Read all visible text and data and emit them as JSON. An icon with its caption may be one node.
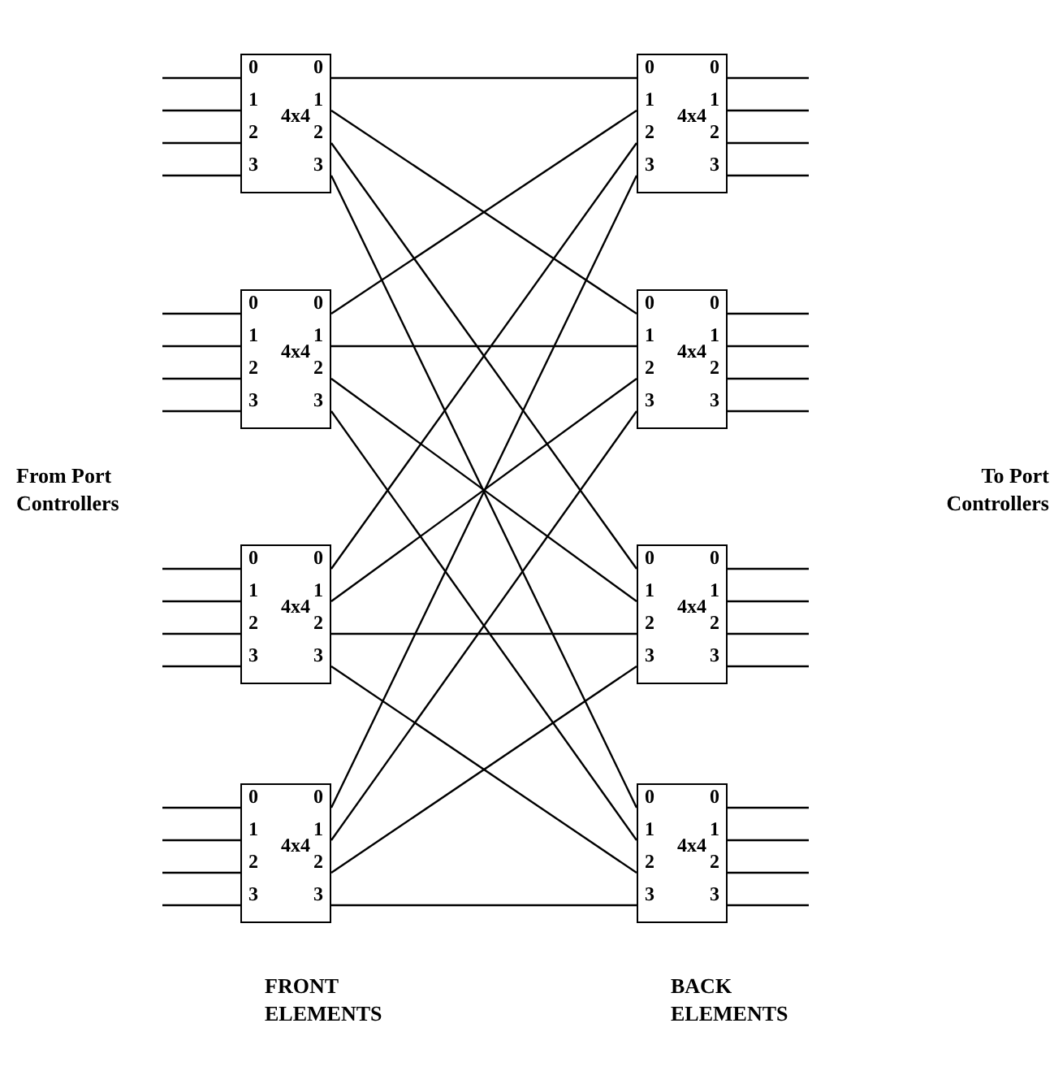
{
  "diagram": {
    "nodes": [
      {
        "text": [
          "0",
          "1",
          "2",
          "3",
          "4x4",
          "0",
          "1",
          "2",
          "3"
        ]
      },
      {
        "text": [
          "0",
          "1",
          "2",
          "3",
          "4x4",
          "0",
          "1",
          "2",
          "3"
        ]
      },
      {
        "text": [
          "0",
          "1",
          "2",
          "3",
          "4x4",
          "0",
          "1",
          "2",
          "3"
        ]
      },
      {
        "text": [
          "0",
          "1",
          "2",
          "3",
          "4x4",
          "0",
          "1",
          "2",
          "3"
        ]
      },
      {
        "text": [
          "0",
          "1",
          "2",
          "3",
          "4x4",
          "0",
          "1",
          "2",
          "3"
        ]
      },
      {
        "text": [
          "0",
          "1",
          "2",
          "3",
          "4x4",
          "0",
          "1",
          "2",
          "3"
        ]
      },
      {
        "text": [
          "0",
          "1",
          "2",
          "3",
          "4x4",
          "0",
          "1",
          "2",
          "3"
        ]
      },
      {
        "text": [
          "0",
          "1",
          "2",
          "3",
          "4x4",
          "0",
          "1",
          "2",
          "3"
        ]
      }
    ],
    "edges": [
      {
        "from": null,
        "to": 0,
        "arrow": "none"
      },
      {
        "from": null,
        "to": 0,
        "arrow": "none"
      },
      {
        "from": null,
        "to": 0,
        "arrow": "none"
      },
      {
        "from": null,
        "to": 0,
        "arrow": "none"
      },
      {
        "from": null,
        "to": 1,
        "arrow": "none"
      },
      {
        "from": null,
        "to": 1,
        "arrow": "none"
      },
      {
        "from": null,
        "to": 1,
        "arrow": "none"
      },
      {
        "from": null,
        "to": 1,
        "arrow": "none"
      },
      {
        "from": null,
        "to": 2,
        "arrow": "none"
      },
      {
        "from": null,
        "to": 2,
        "arrow": "none"
      },
      {
        "from": null,
        "to": 2,
        "arrow": "none"
      },
      {
        "from": null,
        "to": 2,
        "arrow": "none"
      },
      {
        "from": null,
        "to": 3,
        "arrow": "none"
      },
      {
        "from": null,
        "to": 3,
        "arrow": "none"
      },
      {
        "from": null,
        "to": 3,
        "arrow": "none"
      },
      {
        "from": null,
        "to": 3,
        "arrow": "none"
      },
      {
        "from": 0,
        "to": 4,
        "arrow": "none"
      },
      {
        "from": 0,
        "to": 5,
        "arrow": "none"
      },
      {
        "from": 0,
        "to": 6,
        "arrow": "none"
      },
      {
        "from": 0,
        "to": 7,
        "arrow": "none"
      },
      {
        "from": 1,
        "to": 4,
        "arrow": "none"
      },
      {
        "from": 1,
        "to": 5,
        "arrow": "none"
      },
      {
        "from": 1,
        "to": 6,
        "arrow": "none"
      },
      {
        "from": 1,
        "to": 7,
        "arrow": "none"
      },
      {
        "from": 2,
        "to": 4,
        "arrow": "none"
      },
      {
        "from": 2,
        "to": 5,
        "arrow": "none"
      },
      {
        "from": 2,
        "to": 6,
        "arrow": "none"
      },
      {
        "from": 2,
        "to": 7,
        "arrow": "none"
      },
      {
        "from": 3,
        "to": 4,
        "arrow": "none"
      },
      {
        "from": 3,
        "to": 5,
        "arrow": "none"
      },
      {
        "from": 3,
        "to": 6,
        "arrow": "none"
      },
      {
        "from": 3,
        "to": 7,
        "arrow": "none"
      },
      {
        "from": 4,
        "to": null,
        "arrow": "none"
      },
      {
        "from": 4,
        "to": null,
        "arrow": "none"
      },
      {
        "from": 4,
        "to": null,
        "arrow": "none"
      },
      {
        "from": 4,
        "to": null,
        "arrow": "none"
      },
      {
        "from": 5,
        "to": null,
        "arrow": "none"
      },
      {
        "from": 5,
        "to": null,
        "arrow": "none"
      },
      {
        "from": 5,
        "to": null,
        "arrow": "none"
      },
      {
        "from": 5,
        "to": null,
        "arrow": "none"
      },
      {
        "from": 6,
        "to": null,
        "arrow": "none"
      },
      {
        "from": 6,
        "to": null,
        "arrow": "none"
      },
      {
        "from": 6,
        "to": null,
        "arrow": "none"
      },
      {
        "from": 6,
        "to": null,
        "arrow": "none"
      },
      {
        "from": 7,
        "to": null,
        "arrow": "none"
      },
      {
        "from": 7,
        "to": null,
        "arrow": "none"
      },
      {
        "from": 7,
        "to": null,
        "arrow": "none"
      },
      {
        "from": 7,
        "to": null,
        "arrow": "none"
      }
    ],
    "labels": [
      "From Port Controllers",
      "To Port Controllers",
      "FRONT ELEMENTS",
      "BACK ELEMENTS"
    ]
  }
}
